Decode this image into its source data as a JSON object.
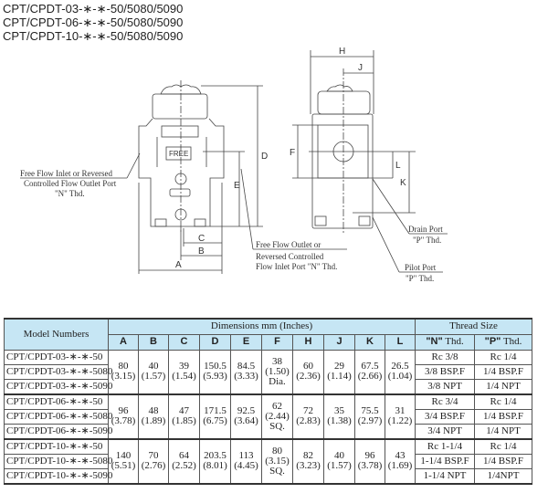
{
  "titles": [
    "CPT/CPDT-03-∗-∗-50/5080/5090",
    "CPT/CPDT-06-∗-∗-50/5080/5090",
    "CPT/CPDT-10-∗-∗-50/5080/5090"
  ],
  "drawing": {
    "free_label": "FREE",
    "dims": {
      "A": "A",
      "B": "B",
      "C": "C",
      "D": "D",
      "E": "E",
      "F": "F",
      "H": "H",
      "J": "J",
      "K": "K",
      "L": "L"
    },
    "callouts": {
      "inlet": [
        "Free Flow Inlet or Reversed",
        "Controlled Flow Outlet Port",
        "\"N\"  Thd."
      ],
      "outlet": [
        "Free Flow Outlet or",
        "Reversed Controlled",
        "Flow Inlet Port \"N\"  Thd."
      ],
      "drain": [
        "Drain Port",
        "\"P\"  Thd."
      ],
      "pilot": [
        "Pilot Port",
        "\"P\"  Thd."
      ]
    }
  },
  "table": {
    "model_header": "Model Numbers",
    "dimensions_header": "Dimensions    mm (Inches)",
    "thread_header": "Thread Size",
    "dim_cols": [
      "A",
      "B",
      "C",
      "D",
      "E",
      "F",
      "H",
      "J",
      "K",
      "L"
    ],
    "thread_cols": [
      {
        "bold": "\"N\"",
        "rest": " Thd."
      },
      {
        "bold": "\"P\"",
        "rest": " Thd."
      }
    ],
    "groups": [
      {
        "models": [
          "CPT/CPDT-03-∗-∗-50",
          "CPT/CPDT-03-∗-∗-5080",
          "CPT/CPDT-03-∗-∗-5090"
        ],
        "dims": [
          [
            "80",
            "(3.15)",
            ""
          ],
          [
            "40",
            "(1.57)",
            ""
          ],
          [
            "39",
            "(1.54)",
            ""
          ],
          [
            "150.5",
            "(5.93)",
            ""
          ],
          [
            "84.5",
            "(3.33)",
            ""
          ],
          [
            "38",
            "(1.50)",
            "Dia."
          ],
          [
            "60",
            "(2.36)",
            ""
          ],
          [
            "29",
            "(1.14)",
            ""
          ],
          [
            "67.5",
            "(2.66)",
            ""
          ],
          [
            "26.5",
            "(1.04)",
            ""
          ]
        ],
        "threads": [
          [
            "Rc 3/8",
            "Rc 1/4"
          ],
          [
            "3/8 BSP.F",
            "1/4 BSP.F"
          ],
          [
            "3/8 NPT",
            "1/4 NPT"
          ]
        ]
      },
      {
        "models": [
          "CPT/CPDT-06-∗-∗-50",
          "CPT/CPDT-06-∗-∗-5080",
          "CPT/CPDT-06-∗-∗-5090"
        ],
        "dims": [
          [
            "96",
            "(3.78)",
            ""
          ],
          [
            "48",
            "(1.89)",
            ""
          ],
          [
            "47",
            "(1.85)",
            ""
          ],
          [
            "171.5",
            "(6.75)",
            ""
          ],
          [
            "92.5",
            "(3.64)",
            ""
          ],
          [
            "62",
            "(2.44)",
            "SQ."
          ],
          [
            "72",
            "(2.83)",
            ""
          ],
          [
            "35",
            "(1.38)",
            ""
          ],
          [
            "75.5",
            "(2.97)",
            ""
          ],
          [
            "31",
            "(1.22)",
            ""
          ]
        ],
        "threads": [
          [
            "Rc 3/4",
            "Rc 1/4"
          ],
          [
            "3/4 BSP.F",
            "1/4 BSP.F"
          ],
          [
            "3/4 NPT",
            "1/4 NPT"
          ]
        ]
      },
      {
        "models": [
          "CPT/CPDT-10-∗-∗-50",
          "CPT/CPDT-10-∗-∗-5080",
          "CPT/CPDT-10-∗-∗-5090"
        ],
        "dims": [
          [
            "140",
            "(5.51)",
            ""
          ],
          [
            "70",
            "(2.76)",
            ""
          ],
          [
            "64",
            "(2.52)",
            ""
          ],
          [
            "203.5",
            "(8.01)",
            ""
          ],
          [
            "113",
            "(4.45)",
            ""
          ],
          [
            "80",
            "(3.15)",
            "SQ."
          ],
          [
            "82",
            "(3.23)",
            ""
          ],
          [
            "40",
            "(1.57)",
            ""
          ],
          [
            "96",
            "(3.78)",
            ""
          ],
          [
            "43",
            "(1.69)",
            ""
          ]
        ],
        "threads": [
          [
            "Rc 1-1/4",
            "Rc 1/4"
          ],
          [
            "1-1/4 BSP.F",
            "1/4 BSP.F"
          ],
          [
            "1-1/4 NPT",
            "1/4NPT"
          ]
        ]
      }
    ]
  },
  "colors": {
    "header_bg": "#c6e6f4"
  }
}
